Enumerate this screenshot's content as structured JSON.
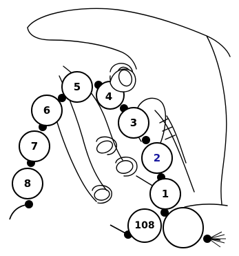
{
  "diagram": {
    "bead_labels": {
      "b1": "1",
      "b2": "2",
      "b3": "3",
      "b4": "4",
      "b5": "5",
      "b6": "6",
      "b7": "7",
      "b8": "8",
      "b108": "108"
    },
    "colors": {
      "line": "#000000",
      "bead_fill": "#ffffff",
      "label": "#000000",
      "highlight_label": "#1a1aa0"
    }
  }
}
